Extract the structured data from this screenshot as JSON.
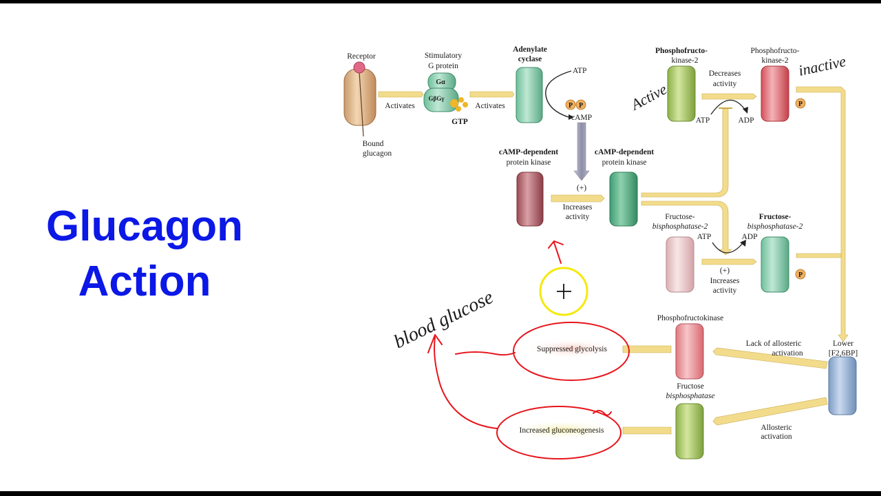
{
  "slide": {
    "title_line1": "Glucagon",
    "title_line2": "Action"
  },
  "diagram": {
    "receptor": "Receptor",
    "bound_glucagon_1": "Bound",
    "bound_glucagon_2": "glucagon",
    "gprotein_1": "Stimulatory",
    "gprotein_2": "G protein",
    "g_alpha": "Gα",
    "g_beta_gamma": "GβGγ",
    "gtp": "GTP",
    "activates_1": "Activates",
    "activates_2": "Activates",
    "adenylate_1": "Adenylate",
    "adenylate_2": "cyclase",
    "atp_1": "ATP",
    "camp": "cAMP",
    "p": "P",
    "pka_inactive_1": "cAMP-dependent",
    "pka_inactive_2": "protein kinase",
    "pka_active_1": "cAMP-dependent",
    "pka_active_2": "protein kinase",
    "plus_1": "(+)",
    "increases_1a": "Increases",
    "increases_1b": "activity",
    "pfk2_active_1": "Phosphofructo-",
    "pfk2_active_2": "kinase-2",
    "pfk2_inactive_1": "Phosphofructo-",
    "pfk2_inactive_2": "kinase-2",
    "decreases_1": "Decreases",
    "decreases_2": "activity",
    "atp_2": "ATP",
    "adp_1": "ADP",
    "fbpase2_inactive_1": "Fructose-",
    "fbpase2_inactive_2": "bisphosphatase-2",
    "fbpase2_active_1": "Fructose-",
    "fbpase2_active_2": "bisphosphatase-2",
    "atp_3": "ATP",
    "adp_2": "ADP",
    "plus_2": "(+)",
    "increases_2a": "Increases",
    "increases_2b": "activity",
    "pfk_label": "Phosphofructokinase",
    "fbpase_1": "Fructose",
    "fbpase_2": "bisphosphatase",
    "lower_1": "Lower",
    "lower_2": "[F2,6BP]",
    "lack_1": "Lack of allosteric",
    "lack_2": "activation",
    "allo_1": "Allosteric",
    "allo_2": "activation",
    "suppressed": "Suppressed glycolysis",
    "increased": "Increased gluconeogenesis"
  },
  "annotations": {
    "active": "Active",
    "inactive": "inactive",
    "blood_glucose": "blood glucose"
  },
  "colors": {
    "title_blue": "#0b18e6",
    "handwriting_red": "#e8141c",
    "arrow_yellow": "#f2dc8c",
    "cursor_highlight": "#f5e90a"
  }
}
